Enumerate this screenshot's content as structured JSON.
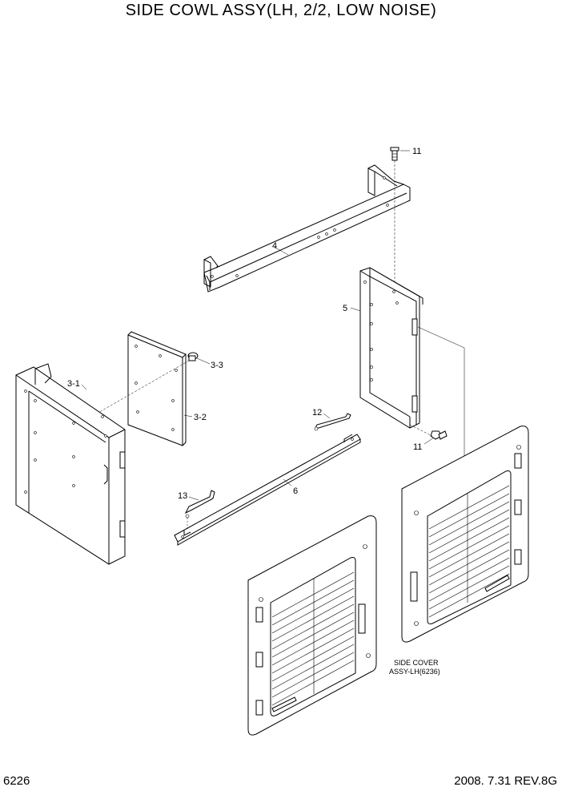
{
  "title": "SIDE COWL ASSY(LH, 2/2, LOW NOISE)",
  "page_number": "6226",
  "revision": "2008. 7.31  REV.8G",
  "callouts": {
    "c11a": "11",
    "c4": "4",
    "c5": "5",
    "c33": "3-3",
    "c31": "3-1",
    "c32": "3-2",
    "c12": "12",
    "c11b": "11",
    "c6": "6",
    "c13": "13"
  },
  "side_cover_note": {
    "line1": "SIDE COVER",
    "line2": "ASSY-LH(6236)"
  }
}
